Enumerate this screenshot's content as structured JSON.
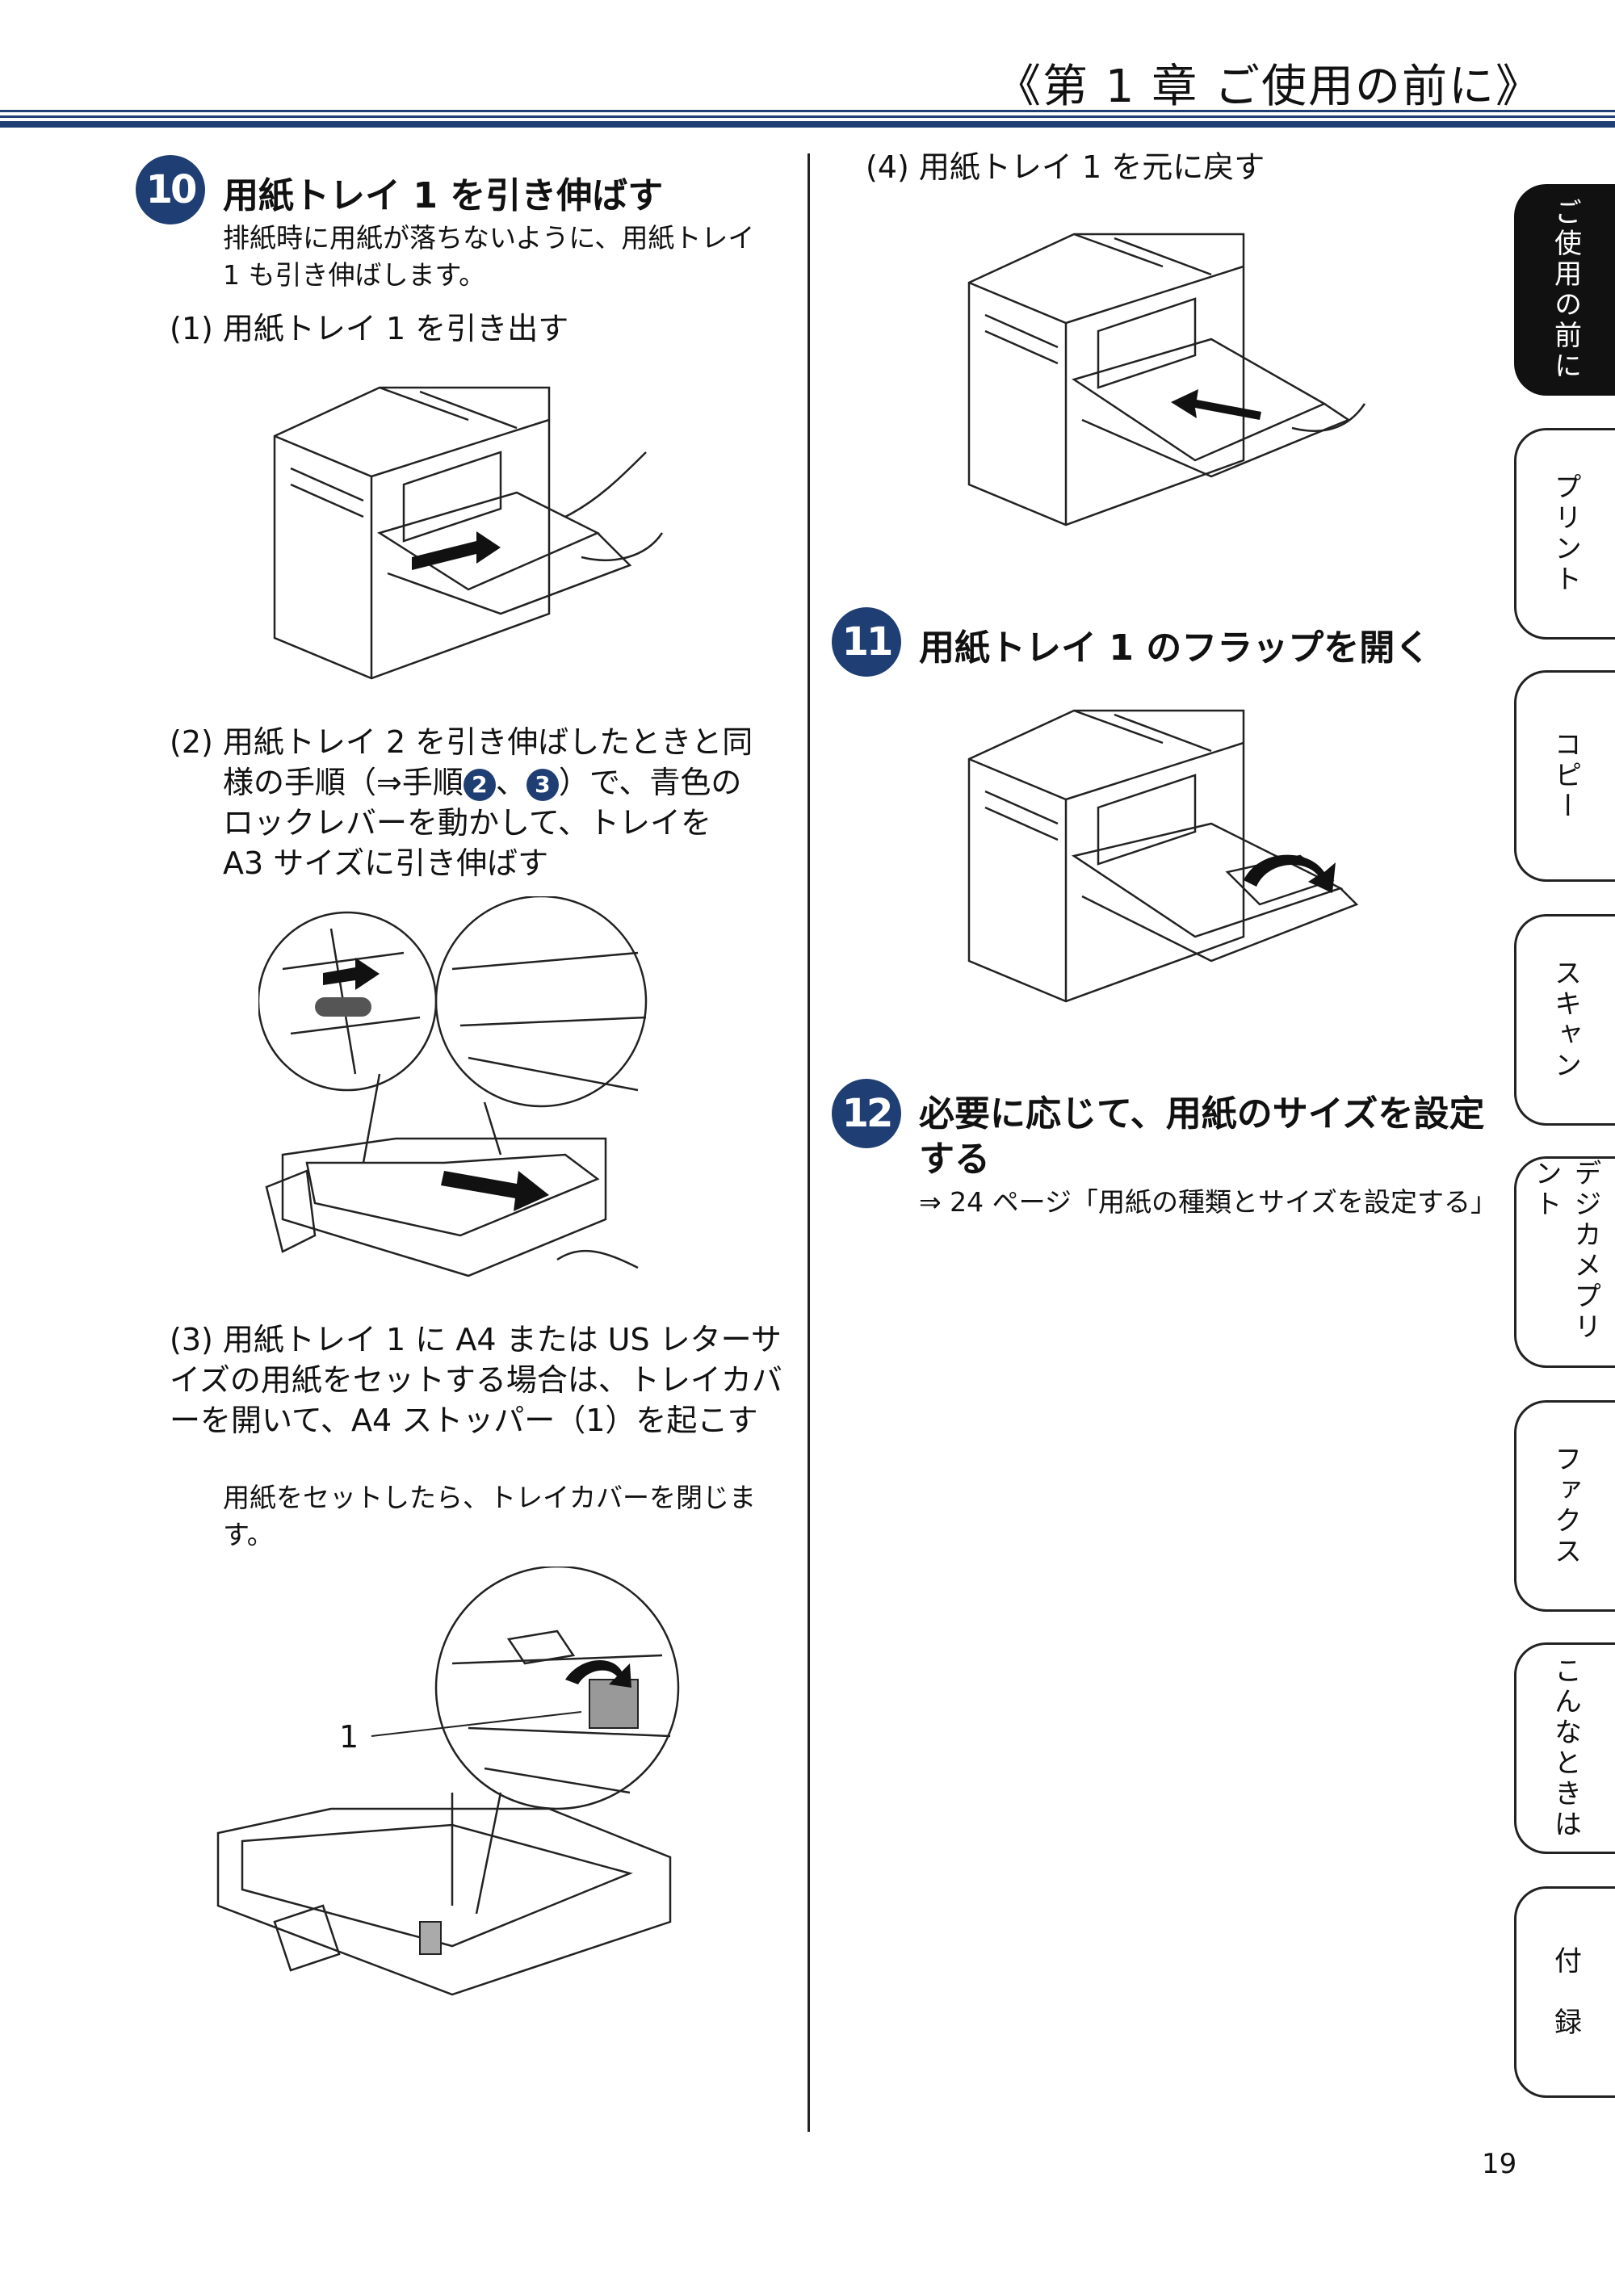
{
  "header": {
    "chapter": "《第 1 章 ご使用の前に》"
  },
  "left": {
    "step10": {
      "num": "10",
      "title": "用紙トレイ 1 を引き伸ばす",
      "desc": "排紙時に用紙が落ちないように、用紙トレイ 1 も引き伸ばします。",
      "sub1": "(1)  用紙トレイ 1 を引き出す",
      "sub2_a": "(2) 用紙トレイ 2 を引き伸ばしたときと同",
      "sub2_b": "様の手順（⇒手順",
      "sub2_m1": "2",
      "sub2_sep": "、",
      "sub2_m2": "3",
      "sub2_c": "）で、青色の",
      "sub2_d": "ロックレバーを動かして、トレイを",
      "sub2_e": "A3 サイズに引き伸ばす",
      "sub3": "(3) 用紙トレイ 1 に A4 または US レターサイズの用紙をセットする場合は、トレイカバーを開いて、A4 ストッパー（1）を起こす",
      "sub3_desc": "用紙をセットしたら、トレイカバーを閉じます。",
      "callout_label": "1"
    }
  },
  "right": {
    "sub4": "(4) 用紙トレイ 1 を元に戻す",
    "step11": {
      "num": "11",
      "title": "用紙トレイ 1 のフラップを開く"
    },
    "step12": {
      "num": "12",
      "title": "必要に応じて、用紙のサイズを設定する",
      "ref": "⇒ 24 ページ「用紙の種類とサイズを設定する」"
    }
  },
  "tabs": [
    {
      "label": "ご使用の前に",
      "active": true
    },
    {
      "label": "プリント"
    },
    {
      "label": "コピー"
    },
    {
      "label": "スキャン"
    },
    {
      "label": "デジカメプリント"
    },
    {
      "label": "ファクス"
    },
    {
      "label": "こんなときは"
    },
    {
      "label": "付　録"
    }
  ],
  "page_number": "19"
}
